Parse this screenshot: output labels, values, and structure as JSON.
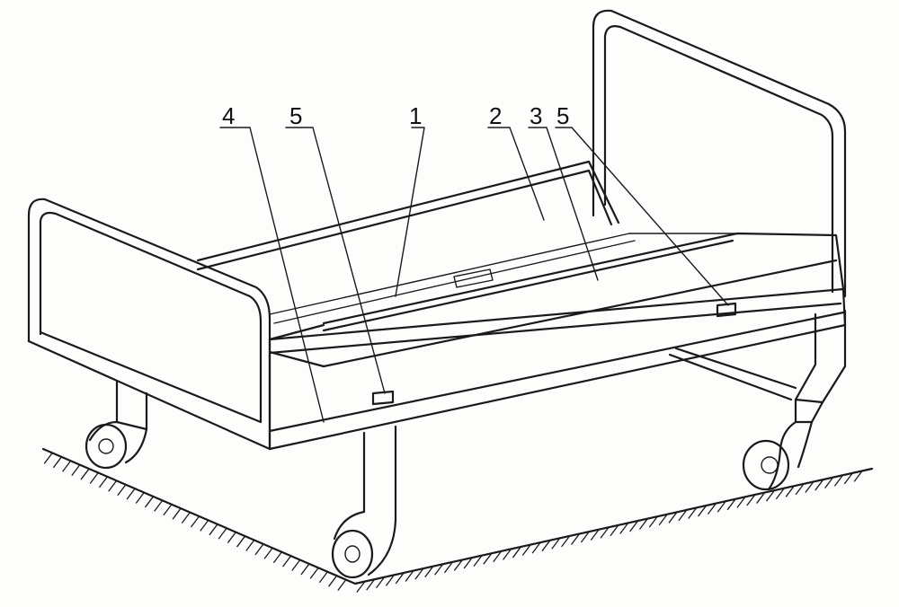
{
  "figure": {
    "labels": {
      "l4": "4",
      "l5a": "5",
      "l1": "1",
      "l2": "2",
      "l3": "3",
      "l5b": "5"
    }
  },
  "colors": {
    "ink": "#1a1a1a",
    "paper": "#fdfdfc"
  }
}
